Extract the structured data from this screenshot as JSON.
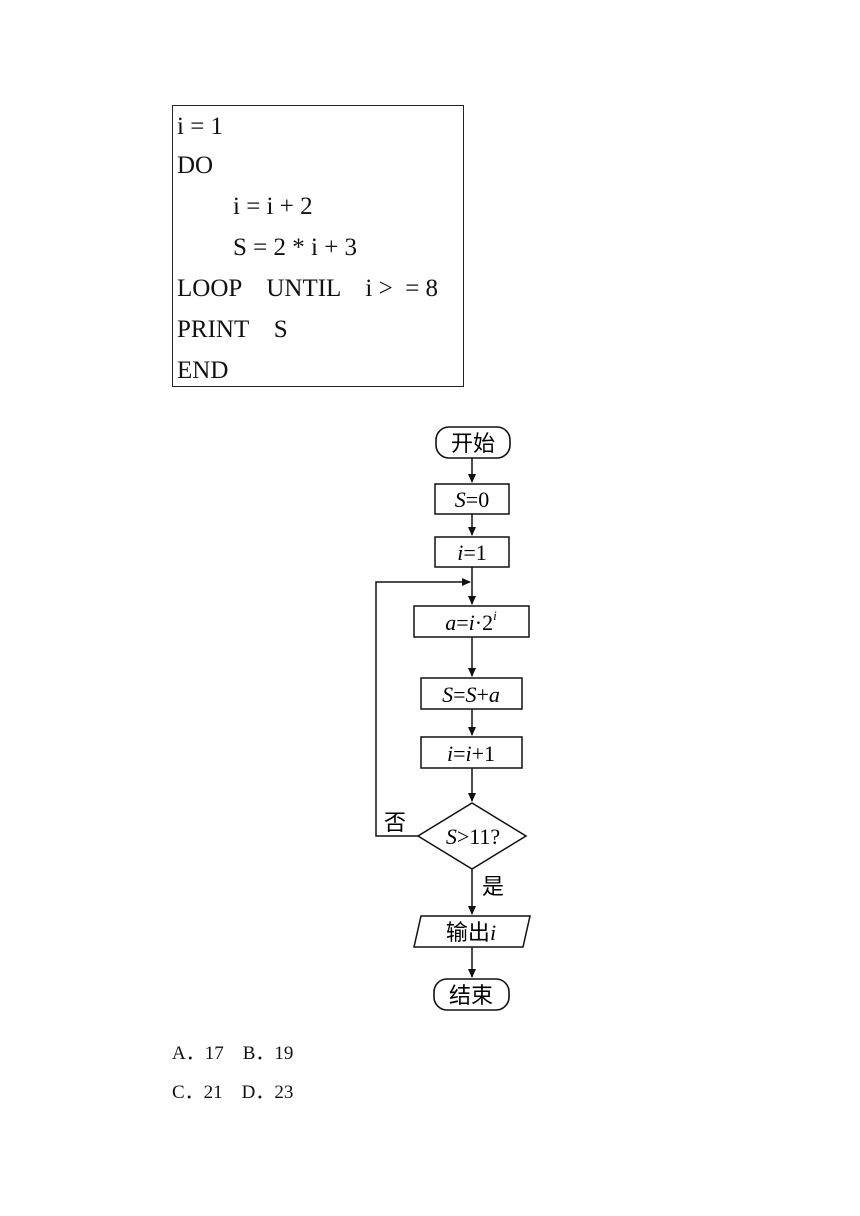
{
  "code": {
    "lines": [
      "i = 1",
      "DO",
      "i = i + 2",
      "S = 2 * i + 3",
      "LOOP    UNTIL    i >  = 8",
      "PRINT    S",
      "END"
    ]
  },
  "flowchart": {
    "start": "开始",
    "init_s": "=0",
    "init_s_var": "S",
    "init_i": "=1",
    "init_i_var": "i",
    "assign_a_lhs": "a",
    "assign_a_eq": "=",
    "assign_a_i": "i",
    "assign_a_rest": "·2",
    "assign_a_exp": "i",
    "sum_lhs": "S",
    "sum_eq": "=",
    "sum_s": "S",
    "sum_plus": "+",
    "sum_a": "a",
    "inc_lhs": "i",
    "inc_eq": "=",
    "inc_i": "i",
    "inc_rest": "+1",
    "cond_var": "S",
    "cond_rest": ">11?",
    "no_label": "否",
    "yes_label": "是",
    "output_text": "输出",
    "output_var": "i",
    "end": "结束"
  },
  "options": {
    "row1": "A．17    B．19",
    "row2": "C．21    D．23"
  }
}
